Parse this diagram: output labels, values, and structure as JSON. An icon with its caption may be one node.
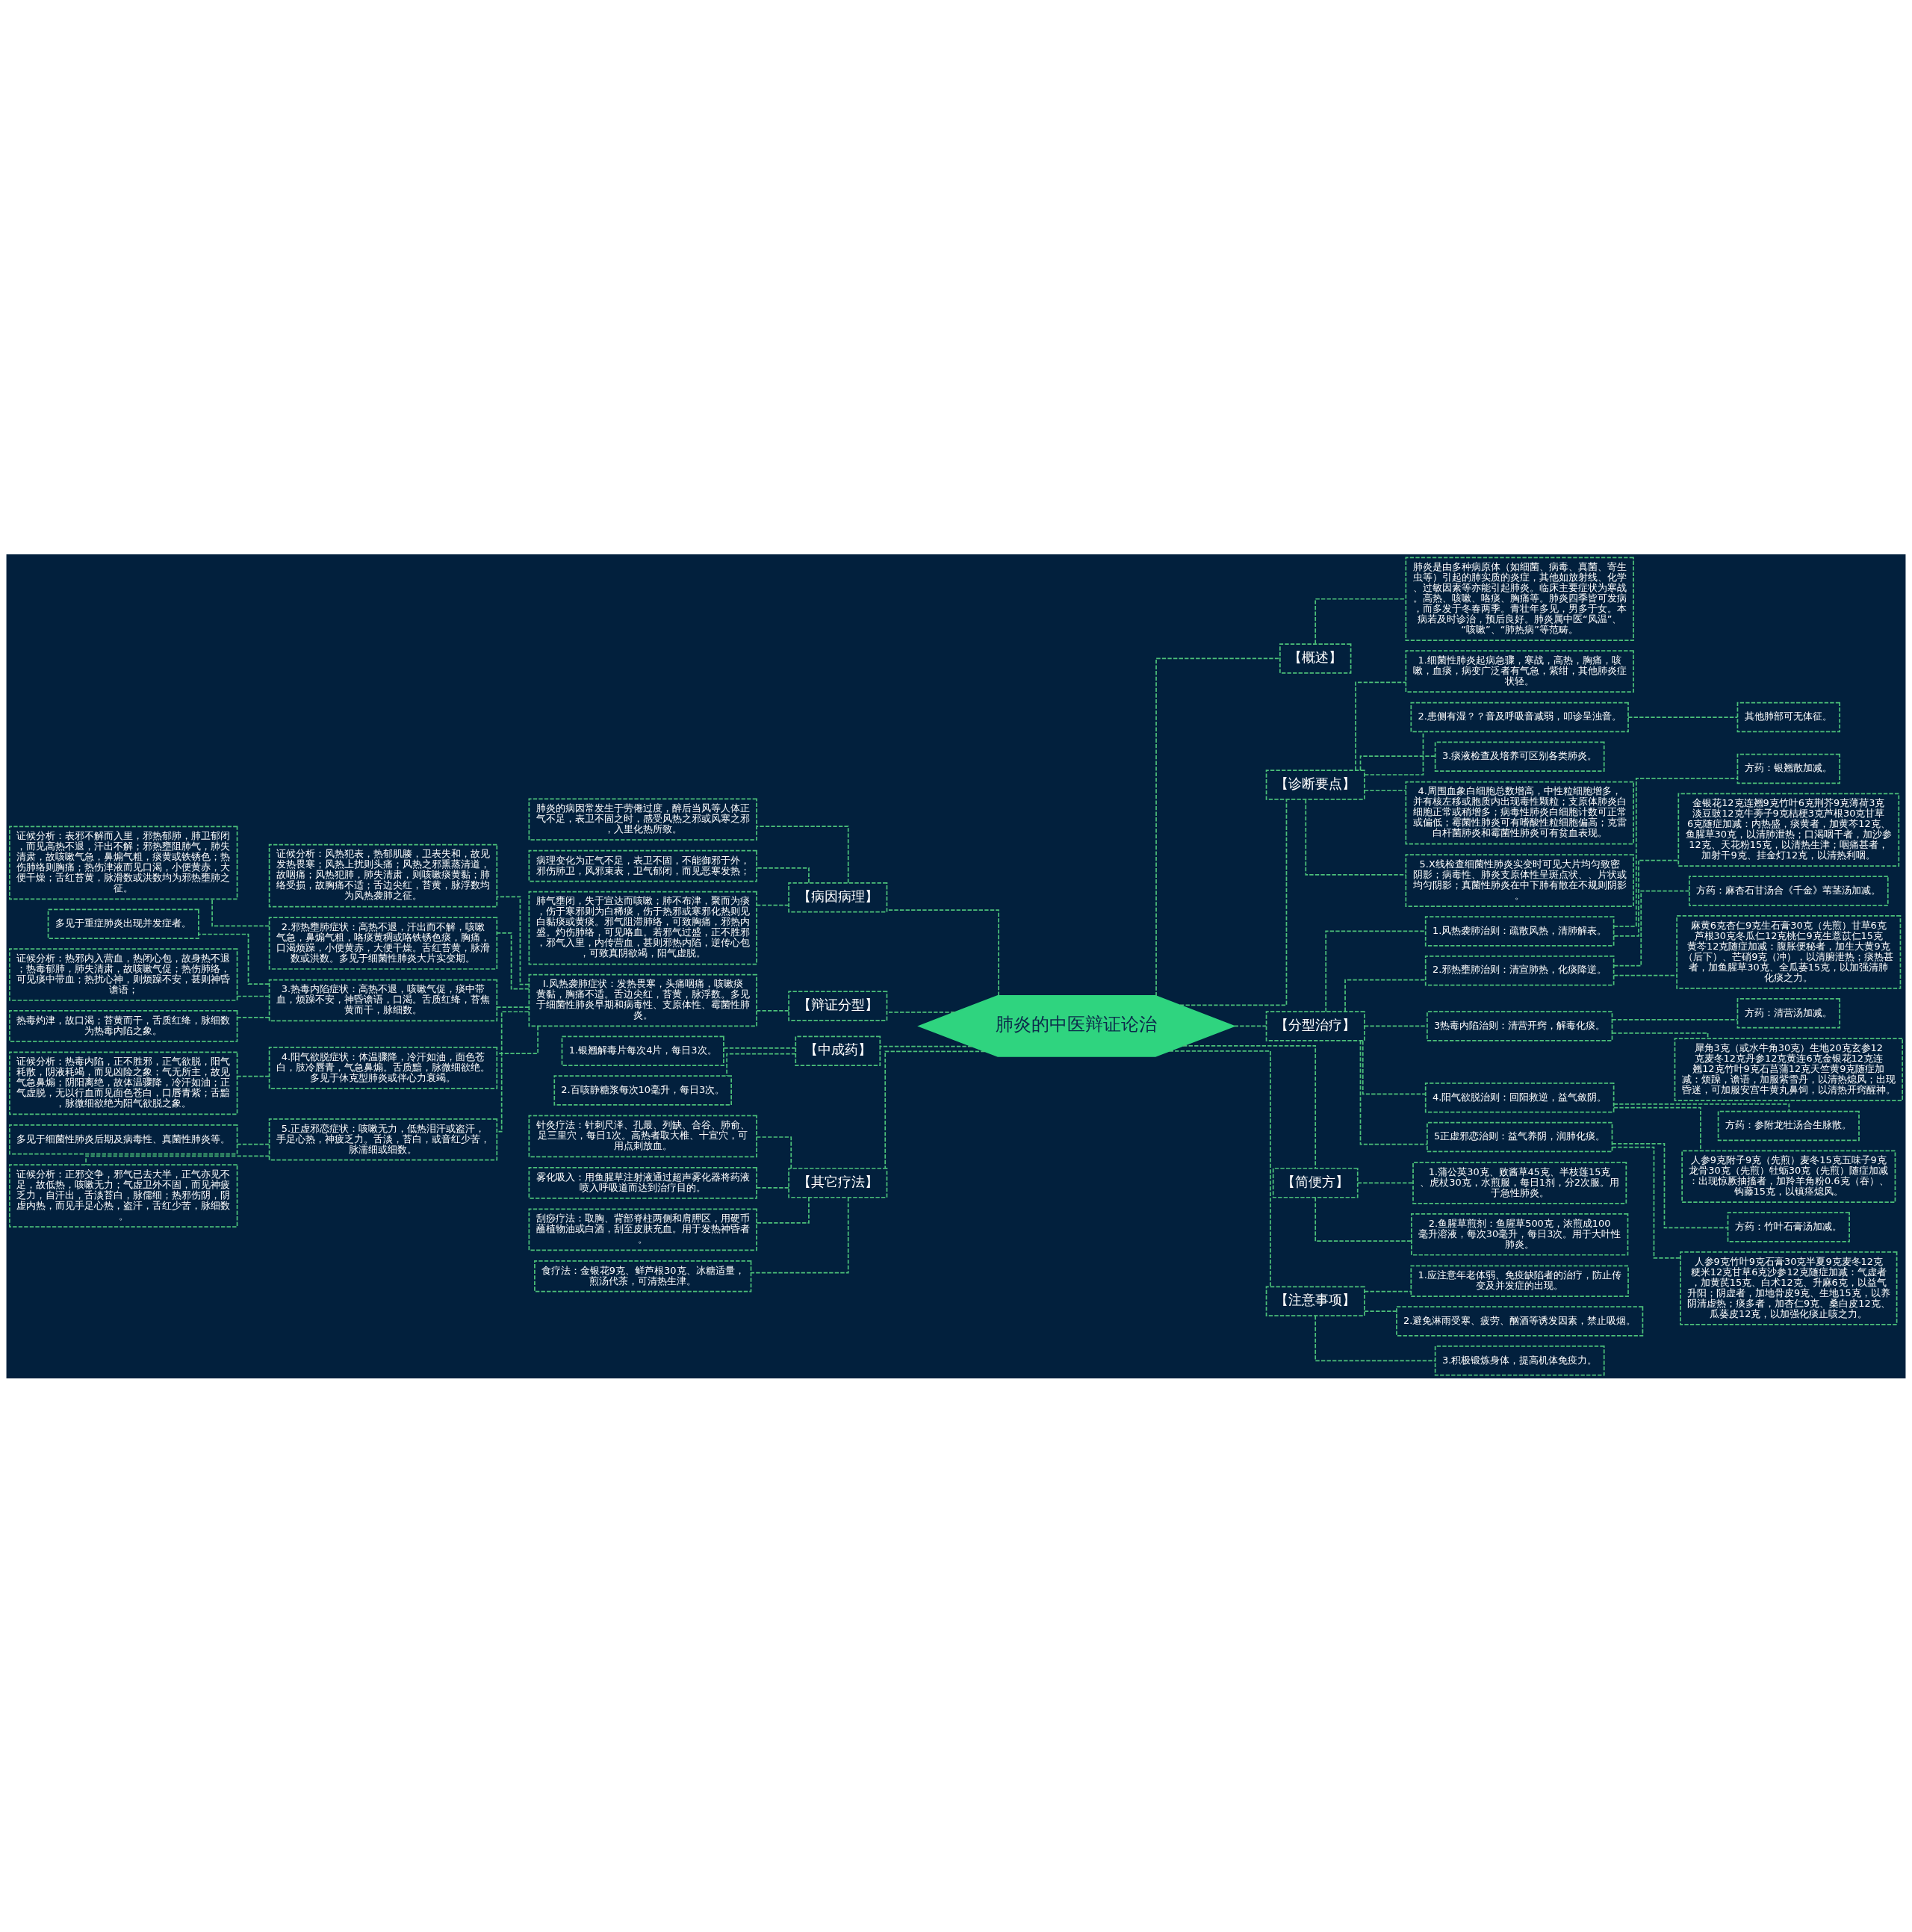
{
  "diagram": {
    "nodes": [
      {
        "text": [
          "肺炎的中医辩证论治"
        ]
      },
      {
        "text": [
          "【概述】"
        ]
      },
      {
        "text": [
          "肺炎是由多种病原体（如细菌、病毒、真菌、寄生虫等）引起的肺实质的炎症，其他如放射线、化学、过敏因素等亦能引起肺炎。临床主要症状为寒战。高热、咳嗽、咯痰、胸痛等。肺炎四季皆可发病，而多发于冬春两季。青壮年多见，男多于女。本病若及时诊治，预后良好。肺炎属中医“风温”、“咳嗽”、“肺热病”等范畴。"
        ]
      },
      {
        "text": [
          "【诊断要点】"
        ]
      },
      {
        "text": [
          "1.细菌性肺炎起病急骤，寒战，高热，胸痛，咳嗽，血痰，病变广泛者有气急，紫绀，其他肺炎症状轻。"
        ]
      },
      {
        "text": [
          "2.患侧有湿？？音及呼吸音减弱，叩诊呈浊音。"
        ]
      },
      {
        "text": [
          "其他肺部可无体征。"
        ]
      },
      {
        "text": [
          "3.痰液检查及培养可区别各类肺炎。"
        ]
      },
      {
        "text": [
          "4.周围血象白细胞总数增高，中性粒细胞增多，并有核左移或胞质内出现毒性颗粒；支原体肺炎白细胞正常或稍增多；病毒性肺炎白细胞计数可正常或偏低；霉菌性肺炎可有嗜酸性粒细胞偏高；克雷白杆菌肺炎和霉菌性肺炎可有贫血表现。"
        ]
      },
      {
        "text": [
          "5.X线检查细菌性肺炎实变时可见大片均匀致密阴影；病毒性、肺炎支原体性呈斑点状、、片状或均匀阴影；真菌性肺炎在中下肺有散在不规则阴影。"
        ]
      },
      {
        "text": [
          "【分型治疗】"
        ]
      },
      {
        "text": [
          "1.风热袭肺治则：疏散风热，清肺解表。"
        ]
      },
      {
        "text": [
          "方药：银翘散加减。"
        ]
      },
      {
        "text": [
          "金银花12克连翘9克竹叶6克荆芥9克薄荷3克淡豆豉12克牛蒡子9克桔梗3克芦根30克甘草6克随症加减：内热盛，痰黄者，加黄芩12克、鱼腥草30克，以清肺泄热；口渴咽干者，加沙参12克、天花粉15克，以清热生津；咽痛甚者，加射干9克、挂金灯12克，以清热利咽。"
        ]
      },
      {
        "text": [
          "2.邪热壅肺治则：清宣肺热，化痰降逆。"
        ]
      },
      {
        "text": [
          "方药：麻杏石甘汤合《千金》苇茎汤加减。"
        ]
      },
      {
        "text": [
          "麻黄6克杏仁9克生石膏30克（先煎）甘草6克芦根30克冬瓜仁12克桃仁9克生薏苡仁15克黄芩12克随症加减：腹胀便秘者，加生大黄9克（后下）、芒硝9克（冲），以清腑泄热；痰热甚者，加鱼腥草30克、全瓜蒌15克，以加强清肺化痰之力。"
        ]
      },
      {
        "text": [
          "3热毒内陷治则：清营开窍，解毒化痰。"
        ]
      },
      {
        "text": [
          "方药：清营汤加减。"
        ]
      },
      {
        "text": [
          "犀角3克（或水牛角30克）生地20克玄参12克麦冬12克丹参12克黄连6克金银花12克连翘12克竹叶9克石菖蒲12克天竺黄9克随症加减：烦躁，谵语，加服紫雪丹，以清热熄风；出现昏迷，可加服安宫牛黄丸鼻饲，以清热开窍醒神。"
        ]
      },
      {
        "text": [
          "4.阳气欲脱治则：回阳救逆，益气敛阴。"
        ]
      },
      {
        "text": [
          "方药：参附龙牡汤合生脉散。"
        ]
      },
      {
        "text": [
          "人参9克附子9克（先煎）麦冬15克五味子9克龙骨30克（先煎）牡蛎30克（先煎）随症加减：出现惊厥抽搐者，加羚羊角粉0.6克（吞）、钩藤15克，以镇痉熄风。"
        ]
      },
      {
        "text": [
          "5正虚邪恋治则：益气养阴，润肺化痰。"
        ]
      },
      {
        "text": [
          "方药：竹叶石膏汤加减。"
        ]
      },
      {
        "text": [
          "人参9克竹叶9克石膏30克半夏9克麦冬12克粳米12克甘草6克沙参12克随症加减：气虚者，加黄芪15克、白术12克、升麻6克，以益气升阳；阴虚者，加地骨皮9克、生地15克，以养阴清虚热；痰多者，加杏仁9克、桑白皮12克、瓜蒌皮12克，以加强化痰止咳之力。"
        ]
      },
      {
        "text": [
          "【简便方】"
        ]
      },
      {
        "text": [
          "1.蒲公英30克、败酱草45克、半枝莲15克、虎杖30克，水煎服，每日1剂，分2次服。用于急性肺炎。"
        ]
      },
      {
        "text": [
          "2.鱼腥草煎剂：鱼腥草500克，浓煎成100毫升溶液，每次30毫升，每日3次。用于大叶性肺炎。"
        ]
      },
      {
        "text": [
          "【注意事项】"
        ]
      },
      {
        "text": [
          "1.应注意年老体弱、免疫缺陷者的治疗，防止传变及并发症的出现。"
        ]
      },
      {
        "text": [
          "2.避免淋雨受寒、疲劳、酗酒等诱发因素，禁止吸烟。"
        ]
      },
      {
        "text": [
          "3.积极锻炼身体，提高机体免疫力。"
        ]
      },
      {
        "text": [
          "【病因病理】"
        ]
      },
      {
        "text": [
          "肺炎的病因常发生于劳倦过度，醉后当风等人体正气不足，表卫不固之时，感受风热之邪或风寒之邪，入里化热所致。"
        ]
      },
      {
        "text": [
          "病理变化为正气不足，表卫不固，不能御邪于外，邪伤肺卫，风邪束表，卫气郁闭，而见恶寒发热；"
        ]
      },
      {
        "text": [
          "肺气壅闭，失于宣达而咳嗽；肺不布津，聚而为痰，伤于寒邪则为白稀痰，伤于热邪或寒邪化热则见白黏痰或黄痰。邪气阻滞肺络，可致胸痛，邪热内盛。灼伤肺络，可见咯血。若邪气过盛，正不胜邪，邪气入里，内传营血，甚则邪热内陷，逆传心包，可致真阴欲竭，阳气虚脱。"
        ]
      },
      {
        "text": [
          "【辩证分型】"
        ]
      },
      {
        "text": [
          "I.风热袭肺症状：发热畏寒，头痛咽痛，咳嗽痰黄黏，胸痛不适。舌边尖红，苔黄，脉浮数。多见于细菌性肺炎早期和病毒性、支原体性、霉菌性肺炎。"
        ]
      },
      {
        "text": [
          "证候分析：风热犯表，热郁肌腠，卫表失和，故见发热畏寒；风热上扰则头痛；风热之邪熏蒸清道，故咽痛；风热犯肺，肺失清肃，则咳嗽痰黄黏；肺络受损，故胸痛不适；舌边尖红，苔黄，脉浮数均为风热袭肺之征。"
        ]
      },
      {
        "text": [
          "2.邪热壅肺症状：高热不退，汗出而不解，咳嗽气急，鼻煽气粗，咯痰黄稠或咯铁锈色痰，胸痛，口渴烦躁，小便黄赤，大便干燥。舌红苔黄，脉滑数或洪数。多见于细菌性肺炎大片实变期。"
        ]
      },
      {
        "text": [
          "证候分析：表邪不解而入里，邪热郁肺，肺卫郁闭，而见高热不退，汗出不解；邪热壅阻肺气，肺失清肃，故咳嗽气急，鼻煽气粗，痰黄或铁锈色；热伤肺络则胸痛；热伤津液而见口渴，小便黄赤，大便干燥；舌红苔黄，脉滑数或洪数均为邪热壅肺之征。"
        ]
      },
      {
        "text": [
          "3.热毒内陷症状：高热不退，咳嗽气促，痰中带血，烦躁不安，神昏谵语，口渴。舌质红绛，苔焦黄而干，脉细数。"
        ]
      },
      {
        "text": [
          "多见于重症肺炎出现并发症者。"
        ]
      },
      {
        "text": [
          "证候分析：热邪内入营血，热闭心包，故身热不退；热毒郁肺，肺失清肃，故咳嗽气促；热伤肺络，可见痰中带血；热扰心神，则烦躁不安，甚则神昏谵语；"
        ]
      },
      {
        "text": [
          "热毒灼津，故口渴；苔黄而干，舌质红绛，脉细数为热毒内陷之象。"
        ]
      },
      {
        "text": [
          "4.阳气欲脱症状：体温骤降，冷汗如油，面色苍白，肢冷唇青，气急鼻煽。舌质黯，脉微细欲绝。多见于休克型肺炎或伴心力衰竭。"
        ]
      },
      {
        "text": [
          "证候分析：热毒内陷，正不胜邪，正气欲脱，阳气耗散，阴液耗竭，而见凶险之象；气无所主，故见气急鼻煽；阴阳离绝，故体温骤降，冷汗如油；正气虚脱，无以行血而见面色苍白，口唇青紫；舌黯，脉微细欲绝为阳气欲脱之象。"
        ]
      },
      {
        "text": [
          "5.正虚邪恋症状：咳嗽无力，低热泪汗或盗汗，手足心热，神疲乏力。舌淡，苔白，或音红少苦，脉濡细或细数。"
        ]
      },
      {
        "text": [
          "多见于细菌性肺炎后期及病毒性、真菌性肺炎等。"
        ]
      },
      {
        "text": [
          "证候分析：正邪交争，邪气已去大半，正气亦见不足，故低热，咳嗽无力；气虚卫外不固，而见神疲乏力，自汗出，舌淡苔白，脉儒细；热邪伤阴，阴虚内热，而见手足心热，盗汗，舌红少苦，脉细数。"
        ]
      },
      {
        "text": [
          "【中成药】"
        ]
      },
      {
        "text": [
          "1.银翘解毒片每次4片，每日3次。"
        ]
      },
      {
        "text": [
          "2.百咳静糖浆每次10毫升，每日3次。"
        ]
      },
      {
        "text": [
          "【其它疗法】"
        ]
      },
      {
        "text": [
          "针灸疗法：针刺尺泽、孔最、列缺、合谷、肺俞、足三里穴，每日1次。高热者取大椎、十宣穴，可用点刺放血。"
        ]
      },
      {
        "text": [
          "雾化吸入：用鱼腥草注射液通过超声雾化器将药液喷入呼吸道而达到治疗目的。"
        ]
      },
      {
        "text": [
          "刮痧疗法：取胸、背部脊柱两侧和肩胛区，用硬币蘸植物油或白酒，刮至皮肤充血。用于发热神昏者。"
        ]
      },
      {
        "text": [
          "食疗法：金银花9克、鲜芦根30克、冰糖适量，煎汤代茶，可清热生津。"
        ]
      }
    ],
    "edges": [
      {
        "from": 0,
        "to": 1,
        "arrow": "none"
      },
      {
        "from": 1,
        "to": 2,
        "arrow": "none"
      },
      {
        "from": 0,
        "to": 3,
        "arrow": "none"
      },
      {
        "from": 3,
        "to": 4,
        "arrow": "none"
      },
      {
        "from": 3,
        "to": 5,
        "arrow": "none"
      },
      {
        "from": 5,
        "to": 6,
        "arrow": "none"
      },
      {
        "from": 3,
        "to": 7,
        "arrow": "none"
      },
      {
        "from": 3,
        "to": 8,
        "arrow": "none"
      },
      {
        "from": 3,
        "to": 9,
        "arrow": "none"
      },
      {
        "from": 0,
        "to": 10,
        "arrow": "none"
      },
      {
        "from": 10,
        "to": 11,
        "arrow": "none"
      },
      {
        "from": 11,
        "to": 12,
        "arrow": "none"
      },
      {
        "from": 11,
        "to": 13,
        "arrow": "none"
      },
      {
        "from": 10,
        "to": 14,
        "arrow": "none"
      },
      {
        "from": 14,
        "to": 15,
        "arrow": "none"
      },
      {
        "from": 14,
        "to": 16,
        "arrow": "none"
      },
      {
        "from": 10,
        "to": 17,
        "arrow": "none"
      },
      {
        "from": 17,
        "to": 18,
        "arrow": "none"
      },
      {
        "from": 17,
        "to": 19,
        "arrow": "none"
      },
      {
        "from": 10,
        "to": 20,
        "arrow": "none"
      },
      {
        "from": 20,
        "to": 21,
        "arrow": "none"
      },
      {
        "from": 20,
        "to": 22,
        "arrow": "none"
      },
      {
        "from": 10,
        "to": 23,
        "arrow": "none"
      },
      {
        "from": 23,
        "to": 24,
        "arrow": "none"
      },
      {
        "from": 23,
        "to": 25,
        "arrow": "none"
      },
      {
        "from": 0,
        "to": 26,
        "arrow": "none"
      },
      {
        "from": 26,
        "to": 27,
        "arrow": "none"
      },
      {
        "from": 26,
        "to": 28,
        "arrow": "none"
      },
      {
        "from": 0,
        "to": 29,
        "arrow": "none"
      },
      {
        "from": 29,
        "to": 30,
        "arrow": "none"
      },
      {
        "from": 29,
        "to": 31,
        "arrow": "none"
      },
      {
        "from": 29,
        "to": 32,
        "arrow": "none"
      },
      {
        "from": 0,
        "to": 33,
        "arrow": "none"
      },
      {
        "from": 33,
        "to": 34,
        "arrow": "none"
      },
      {
        "from": 33,
        "to": 35,
        "arrow": "none"
      },
      {
        "from": 33,
        "to": 36,
        "arrow": "none"
      },
      {
        "from": 0,
        "to": 37,
        "arrow": "none"
      },
      {
        "from": 37,
        "to": 38,
        "arrow": "none"
      },
      {
        "from": 38,
        "to": 39,
        "arrow": "none"
      },
      {
        "from": 38,
        "to": 40,
        "arrow": "none"
      },
      {
        "from": 40,
        "to": 41,
        "arrow": "none"
      },
      {
        "from": 38,
        "to": 42,
        "arrow": "none"
      },
      {
        "from": 42,
        "to": 43,
        "arrow": "none"
      },
      {
        "from": 42,
        "to": 44,
        "arrow": "none"
      },
      {
        "from": 42,
        "to": 45,
        "arrow": "none"
      },
      {
        "from": 38,
        "to": 46,
        "arrow": "none"
      },
      {
        "from": 46,
        "to": 47,
        "arrow": "none"
      },
      {
        "from": 38,
        "to": 48,
        "arrow": "none"
      },
      {
        "from": 48,
        "to": 49,
        "arrow": "none"
      },
      {
        "from": 48,
        "to": 50,
        "arrow": "none"
      },
      {
        "from": 0,
        "to": 51,
        "arrow": "none"
      },
      {
        "from": 51,
        "to": 52,
        "arrow": "none"
      },
      {
        "from": 51,
        "to": 53,
        "arrow": "none"
      },
      {
        "from": 0,
        "to": 54,
        "arrow": "none"
      },
      {
        "from": 54,
        "to": 55,
        "arrow": "none"
      },
      {
        "from": 54,
        "to": 56,
        "arrow": "none"
      },
      {
        "from": 54,
        "to": 57,
        "arrow": "none"
      },
      {
        "from": 54,
        "to": 58,
        "arrow": "none"
      }
    ]
  }
}
